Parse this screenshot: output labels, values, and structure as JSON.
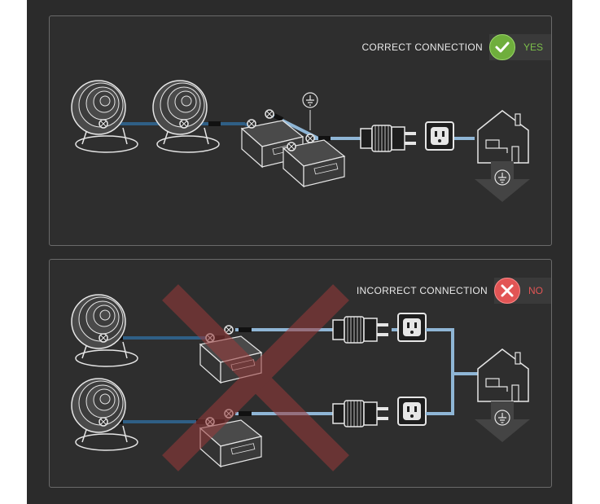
{
  "correct": {
    "label": "CORRECT CONNECTION",
    "verdict": "YES",
    "verdict_icon": "checkmark-icon",
    "accent": "#6fae3c"
  },
  "incorrect": {
    "label": "INCORRECT CONNECTION",
    "verdict": "NO",
    "verdict_icon": "cross-icon",
    "accent": "#e25555"
  },
  "colors": {
    "cable_dark": "#2f5f86",
    "cable_light": "#8fb6d6",
    "outline": "#e6e6e6",
    "cross": "#8a3a3a"
  }
}
